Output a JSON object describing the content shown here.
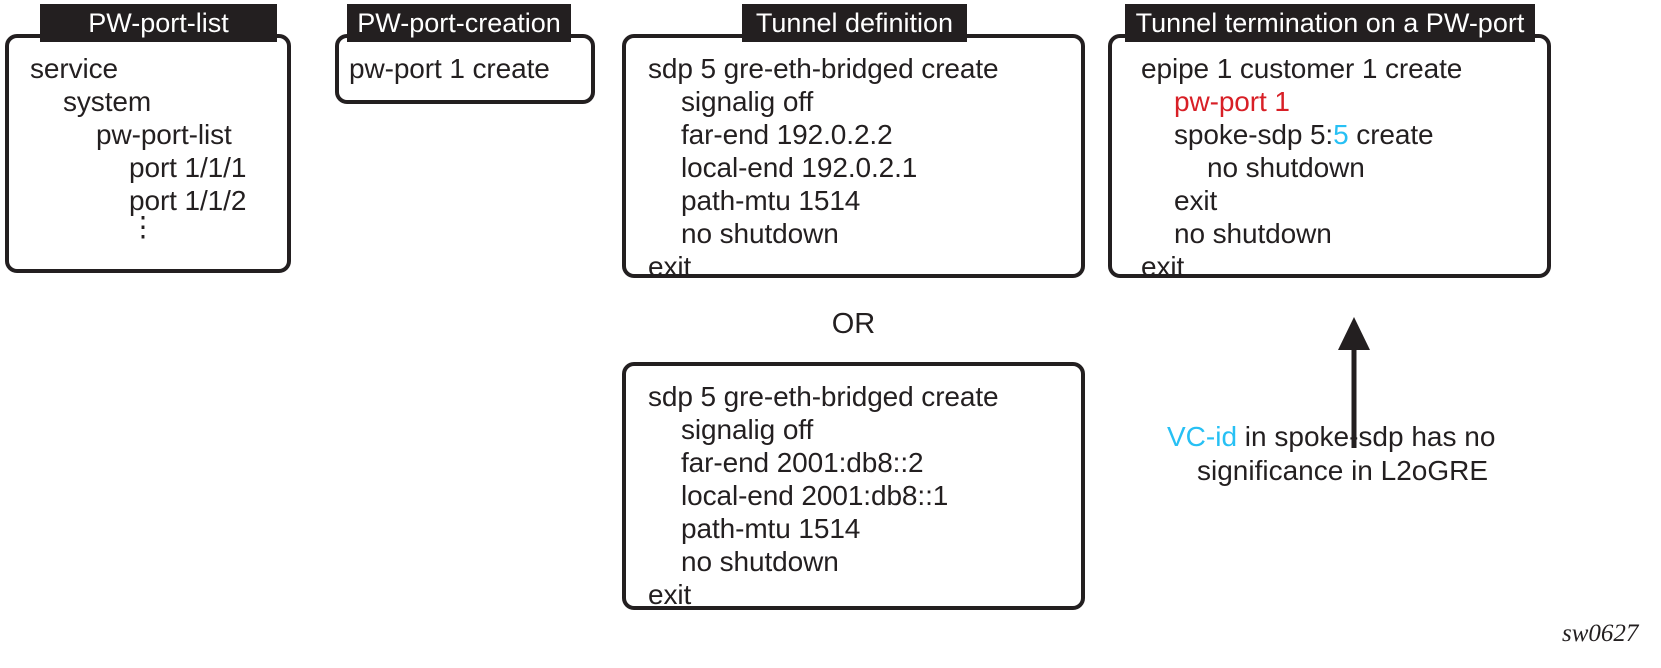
{
  "figure": {
    "id_label": "sw0627",
    "or_label": "OR",
    "colors": {
      "title_bar": "#231f20",
      "outline": "#231f20",
      "text": "#231f20",
      "highlight_red": "#d81f26",
      "highlight_cyan": "#27c0f4",
      "background": "#ffffff"
    }
  },
  "panels": [
    {
      "key": "pw_port_list",
      "title": "PW-port-list",
      "lines": [
        {
          "text": "service",
          "indent": 0
        },
        {
          "text": "system",
          "indent": 1
        },
        {
          "text": "pw-port-list",
          "indent": 2
        },
        {
          "text": "port 1/1/1",
          "indent": 3
        },
        {
          "text": "port 1/1/2",
          "indent": 3
        }
      ],
      "ellipsis": "⋮"
    },
    {
      "key": "pw_port_creation",
      "title": "PW-port-creation",
      "lines": [
        {
          "text": "pw-port 1 create",
          "indent": 0
        }
      ]
    },
    {
      "key": "tunnel_definition_ipv4",
      "title": "Tunnel definition",
      "lines": [
        {
          "text": "sdp 5 gre-eth-bridged create",
          "indent": 0
        },
        {
          "text": "signalig off",
          "indent": 1
        },
        {
          "text": "far-end 192.0.2.2",
          "indent": 1
        },
        {
          "text": "local-end 192.0.2.1",
          "indent": 1
        },
        {
          "text": "path-mtu 1514",
          "indent": 1
        },
        {
          "text": "no shutdown",
          "indent": 1
        },
        {
          "text": "exit",
          "indent": 0
        }
      ]
    },
    {
      "key": "tunnel_termination",
      "title": "Tunnel termination on a PW-port",
      "lines": [
        {
          "text": "epipe 1 customer 1 create",
          "indent": 0
        },
        {
          "text": "pw-port 1",
          "indent": 1,
          "color": "red"
        },
        {
          "text": "spoke-sdp 5:5 create",
          "indent": 1,
          "segments": [
            {
              "text": "spoke-sdp 5:",
              "color": "default"
            },
            {
              "text": "5",
              "color": "cyan"
            },
            {
              "text": " create",
              "color": "default"
            }
          ]
        },
        {
          "text": "no shutdown",
          "indent": 2
        },
        {
          "text": "exit",
          "indent": 1
        },
        {
          "text": "no shutdown",
          "indent": 1
        },
        {
          "text": "exit",
          "indent": 0
        }
      ]
    },
    {
      "key": "tunnel_definition_ipv6",
      "title": "",
      "lines": [
        {
          "text": "sdp 5 gre-eth-bridged create",
          "indent": 0
        },
        {
          "text": "signalig off",
          "indent": 1
        },
        {
          "text": "far-end 2001:db8::2",
          "indent": 1
        },
        {
          "text": "local-end 2001:db8::1",
          "indent": 1
        },
        {
          "text": "path-mtu 1514",
          "indent": 1
        },
        {
          "text": "no shutdown",
          "indent": 1
        },
        {
          "text": "exit",
          "indent": 0
        }
      ]
    }
  ],
  "annotation": {
    "highlight": "VC-id",
    "line1_rest": " in spoke-sdp has no",
    "line2": "significance in L2oGRE"
  }
}
